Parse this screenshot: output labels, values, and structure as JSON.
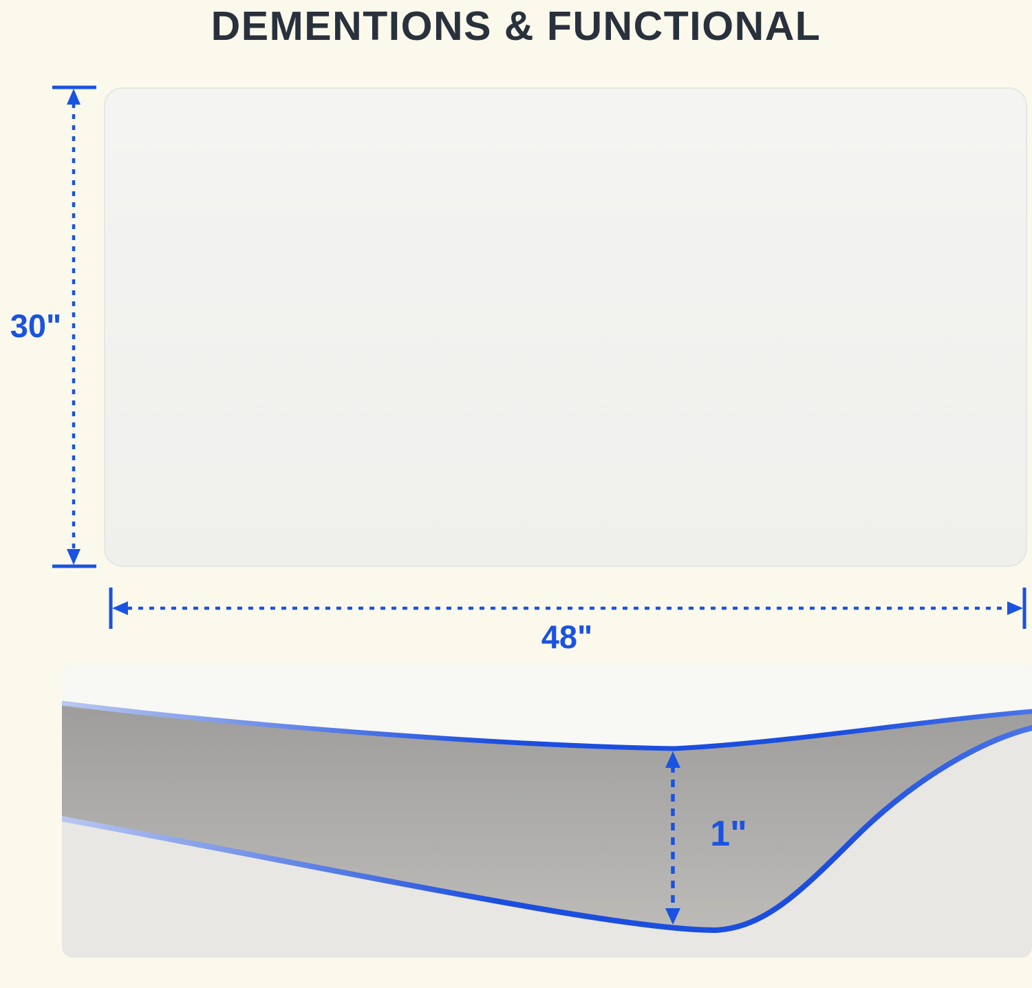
{
  "title": "DEMENTIONS & FUNCTIONAL",
  "dimensions": {
    "height": {
      "label": "30\""
    },
    "width": {
      "label": "48\""
    },
    "thickness": {
      "label": "1\""
    }
  },
  "colors": {
    "background": "#FBF9EB",
    "title_text": "#28313C",
    "dimension_blue": "#1A53E2",
    "mat_fill": "#F2F2F0",
    "side_face_gray": "#ABAAA8",
    "side_base_gray": "#E8E7E3",
    "side_top_strip": "#F8F8F5"
  }
}
